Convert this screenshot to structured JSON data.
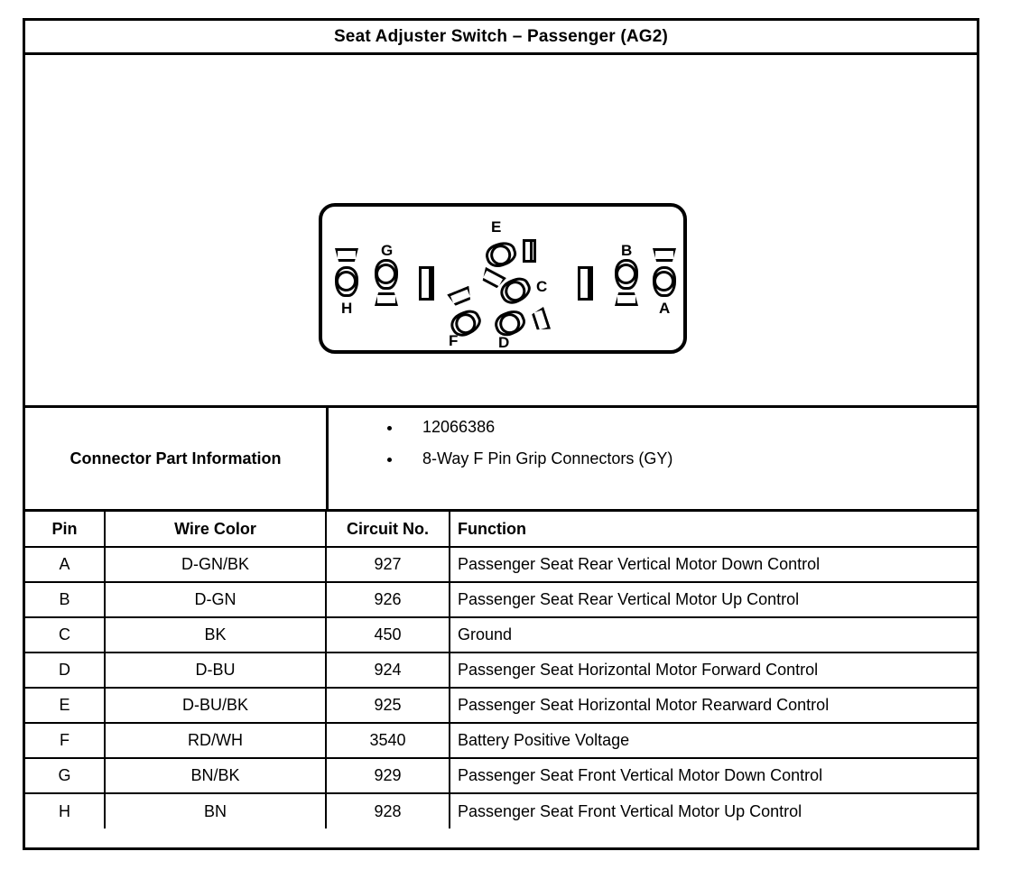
{
  "document": {
    "title": "Seat Adjuster Switch – Passenger (AG2)"
  },
  "connector_diagram": {
    "view_name": "connector-face-view",
    "terminals": [
      {
        "id": "A",
        "label": "A"
      },
      {
        "id": "B",
        "label": "B"
      },
      {
        "id": "C",
        "label": "C"
      },
      {
        "id": "D",
        "label": "D"
      },
      {
        "id": "E",
        "label": "E"
      },
      {
        "id": "F",
        "label": "F"
      },
      {
        "id": "G",
        "label": "G"
      },
      {
        "id": "H",
        "label": "H"
      }
    ]
  },
  "part_information": {
    "label": "Connector Part Information",
    "items": [
      "12066386",
      "8-Way F Pin Grip Connectors (GY)"
    ]
  },
  "pin_table": {
    "headers": [
      "Pin",
      "Wire Color",
      "Circuit No.",
      "Function"
    ],
    "rows": [
      {
        "pin": "A",
        "wire_color": "D-GN/BK",
        "circuit_no": "927",
        "function": "Passenger Seat Rear Vertical Motor Down Control"
      },
      {
        "pin": "B",
        "wire_color": "D-GN",
        "circuit_no": "926",
        "function": "Passenger Seat Rear Vertical Motor Up Control"
      },
      {
        "pin": "C",
        "wire_color": "BK",
        "circuit_no": "450",
        "function": "Ground"
      },
      {
        "pin": "D",
        "wire_color": "D-BU",
        "circuit_no": "924",
        "function": "Passenger Seat Horizontal Motor Forward Control"
      },
      {
        "pin": "E",
        "wire_color": "D-BU/BK",
        "circuit_no": "925",
        "function": "Passenger Seat Horizontal Motor Rearward Control"
      },
      {
        "pin": "F",
        "wire_color": "RD/WH",
        "circuit_no": "3540",
        "function": "Battery Positive Voltage"
      },
      {
        "pin": "G",
        "wire_color": "BN/BK",
        "circuit_no": "929",
        "function": "Passenger Seat Front Vertical Motor Down Control"
      },
      {
        "pin": "H",
        "wire_color": "BN",
        "circuit_no": "928",
        "function": "Passenger Seat Front Vertical Motor Up Control"
      }
    ]
  },
  "colors": {
    "ink": "#000000",
    "paper": "#ffffff"
  }
}
